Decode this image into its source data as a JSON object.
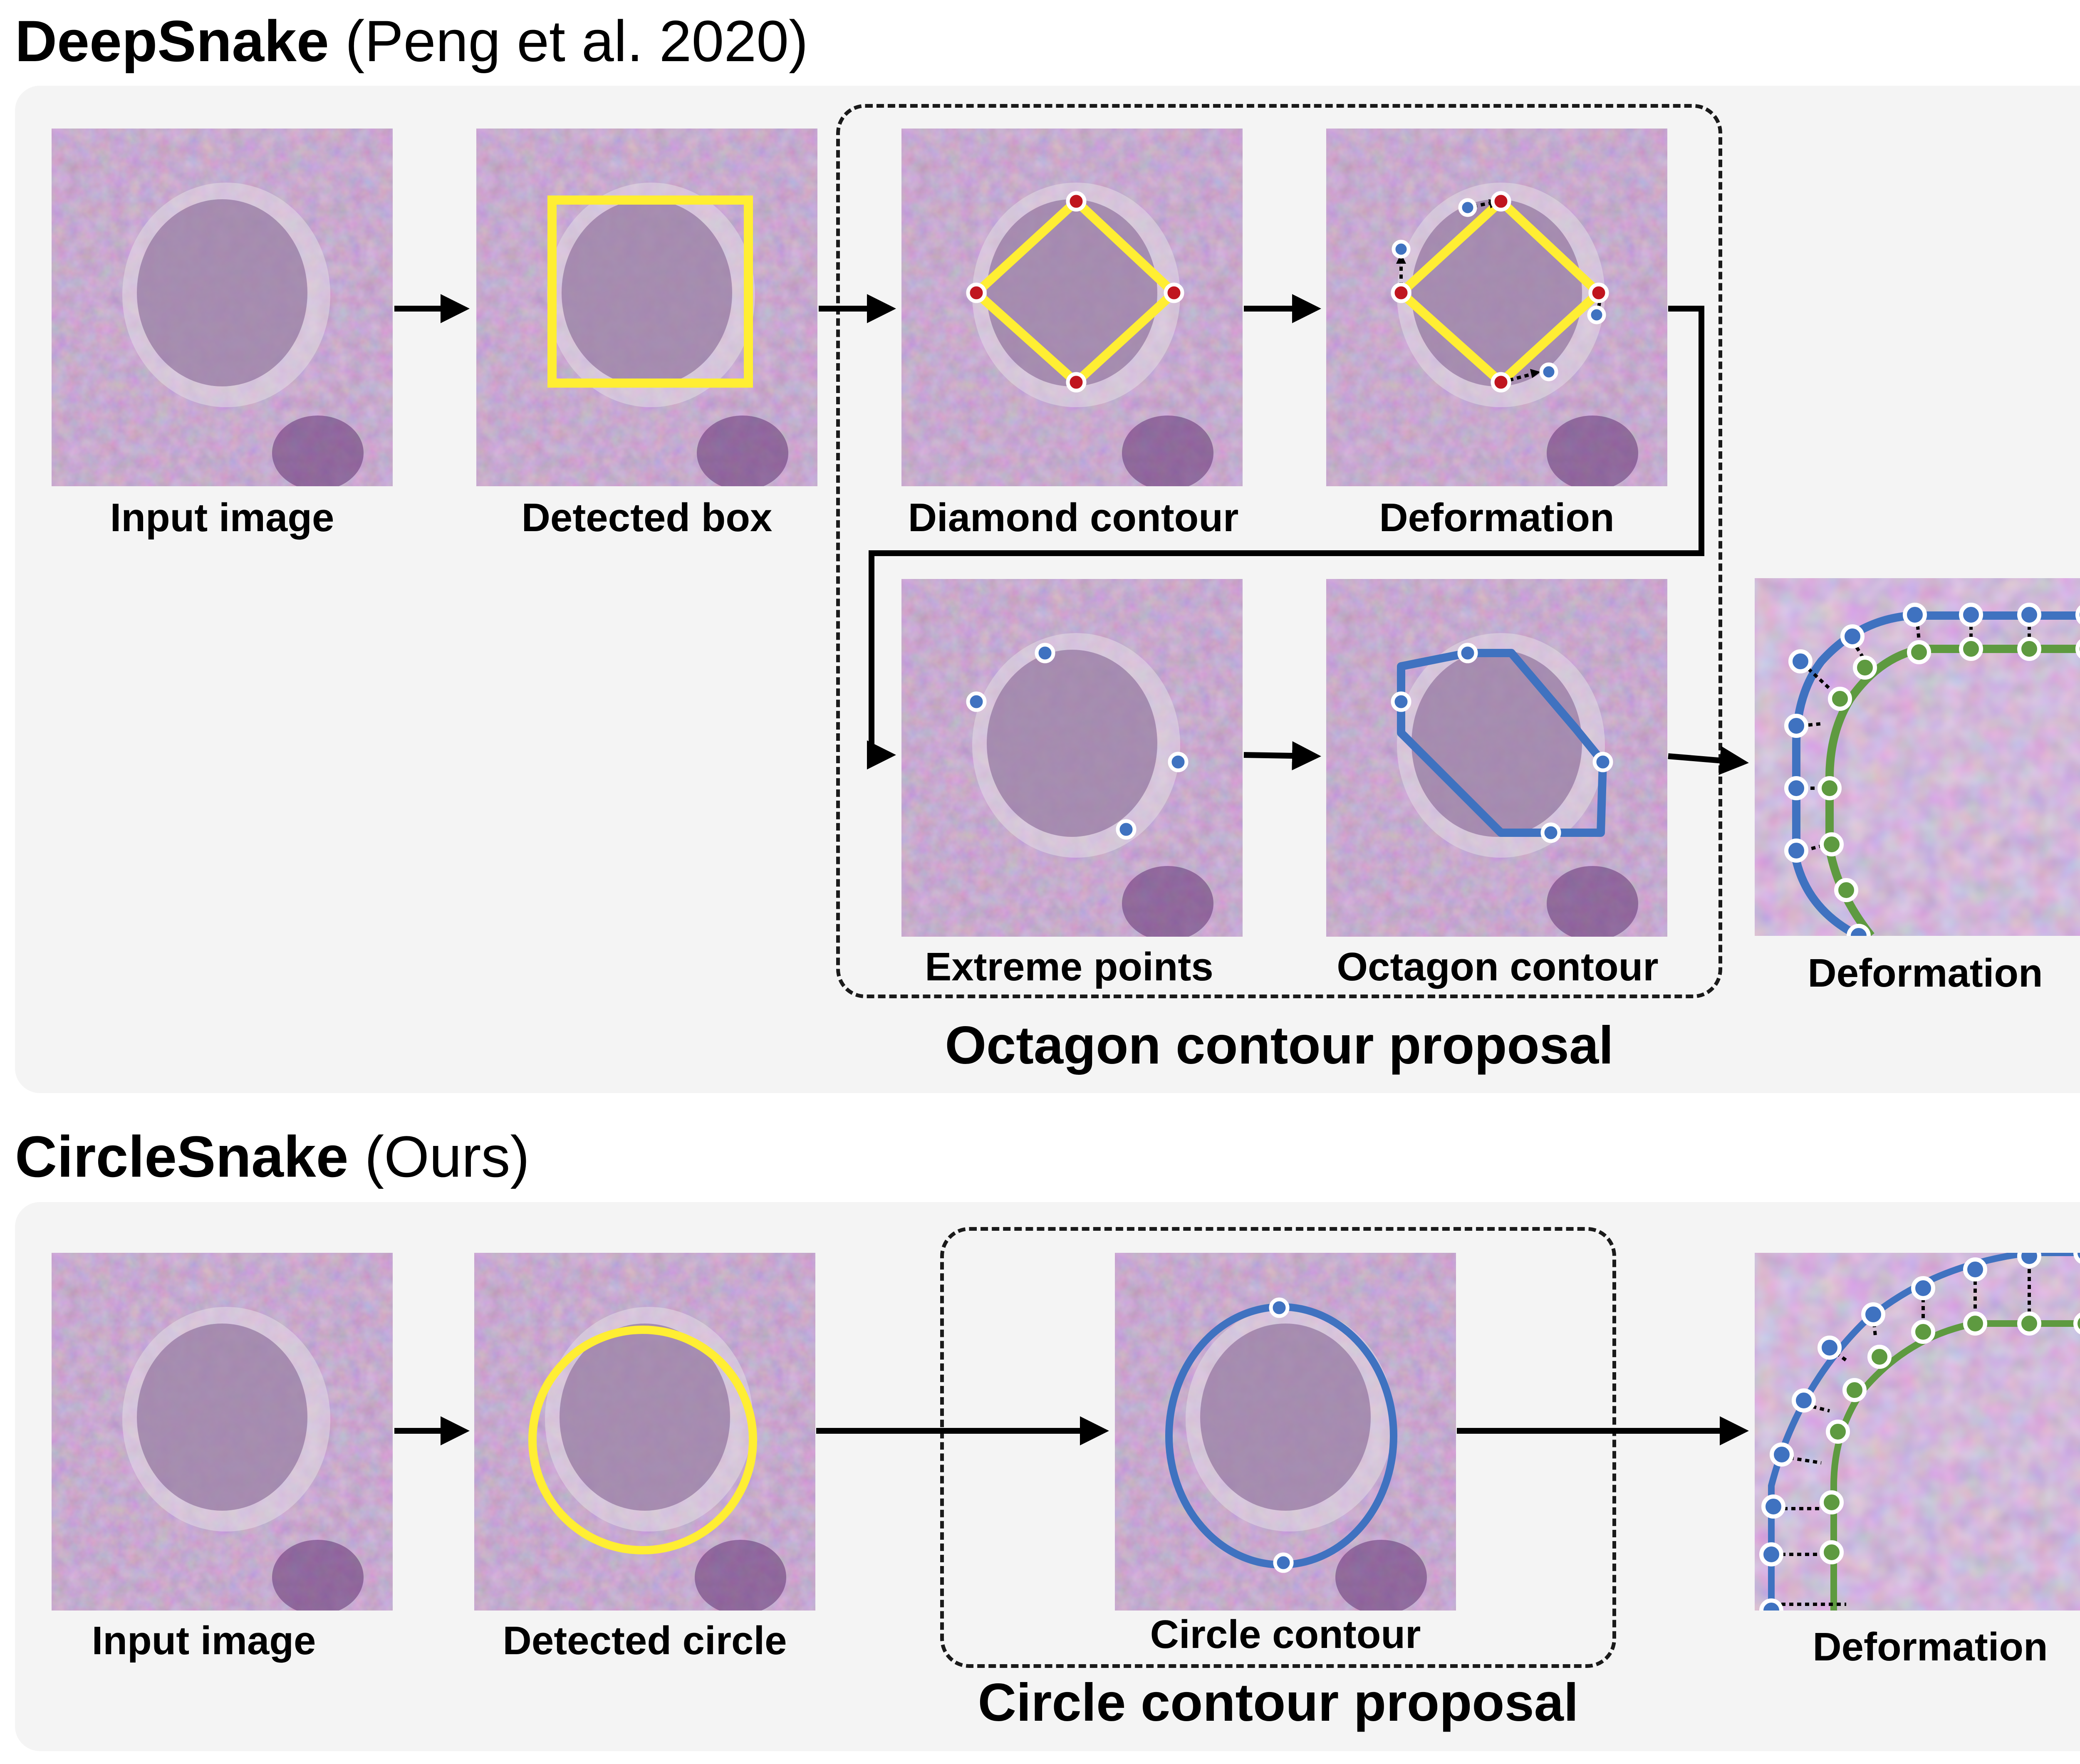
{
  "deepsnake": {
    "title_bold": "DeepSnake",
    "title_rest": " (Peng et al. 2020)",
    "labels": {
      "input_image": "Input image",
      "detected_box": "Detected box",
      "diamond_contour": "Diamond contour",
      "deformation_1": "Deformation",
      "extreme_points": "Extreme points",
      "octagon_contour": "Octagon contour",
      "deformation_2": "Deformation"
    },
    "group_caption": "Octagon contour proposal"
  },
  "circlesnake": {
    "title_bold": "CircleSnake",
    "title_rest": " (Ours)",
    "labels": {
      "input_image": "Input image",
      "detected_circle": "Detected circle",
      "circle_contour": "Circle contour",
      "deformation": "Deformation"
    },
    "group_caption": "Circle contour proposal"
  },
  "colors": {
    "panel_bg": "#f4f4f4",
    "tissue": "#9a7aa2",
    "detection": "#ffee33",
    "contour_blue": "#3f72c0",
    "contour_green": "#5e9a40",
    "extreme_point": "#c0151e"
  },
  "icons": [
    "right-arrow-icon",
    "elbow-arrow-icon",
    "dashed-displacement-arrow-icon"
  ]
}
